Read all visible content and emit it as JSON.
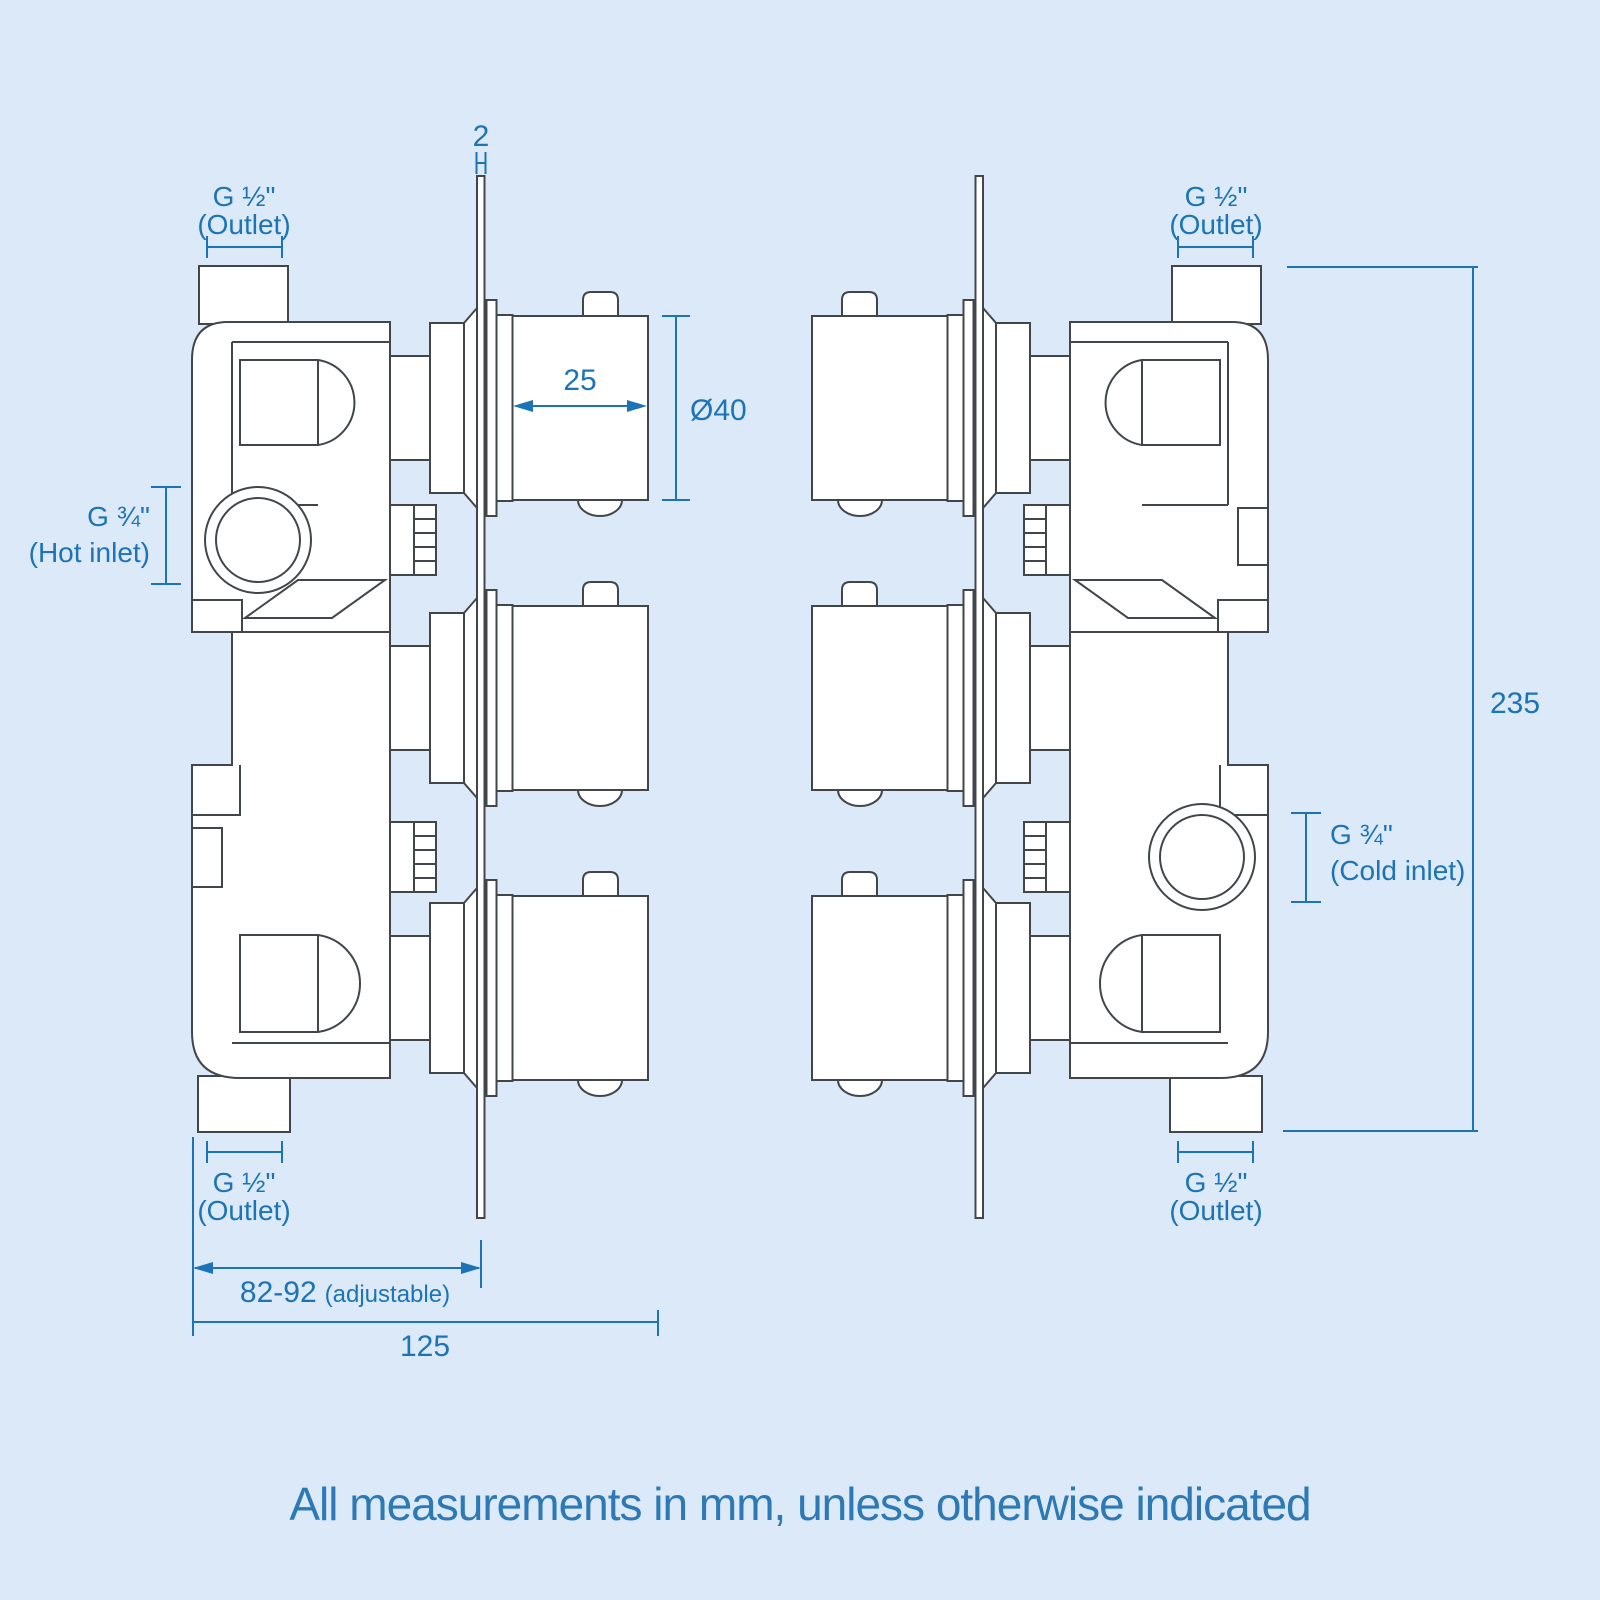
{
  "colors": {
    "background": "#dbe9f8",
    "drawing_line": "#41464b",
    "part_fill": "#ffffff",
    "dimension_blue": "#1c73b5",
    "caption_blue": "#2d79b5"
  },
  "caption": {
    "text": "All measurements in mm, unless otherwise indicated"
  },
  "dims": {
    "plate_thickness": {
      "value": "2"
    },
    "outlet_top_left": {
      "size": "G ½\"",
      "label": "(Outlet)"
    },
    "outlet_top_right": {
      "size": "G ½\"",
      "label": "(Outlet)"
    },
    "knob_width": {
      "value": "25"
    },
    "knob_diameter": {
      "value": "Ø40"
    },
    "hot_inlet": {
      "size": "G ¾\"",
      "label": "(Hot inlet)"
    },
    "cold_inlet": {
      "size": "G ¾\"",
      "label": "(Cold inlet)"
    },
    "overall_height": {
      "value": "235"
    },
    "outlet_bottom_left": {
      "size": "G ½\"",
      "label": "(Outlet)"
    },
    "outlet_bottom_right": {
      "size": "G ½\"",
      "label": "(Outlet)"
    },
    "wall_depth": {
      "value": "82-92",
      "note": "(adjustable)"
    },
    "overall_depth": {
      "value": "125"
    }
  }
}
